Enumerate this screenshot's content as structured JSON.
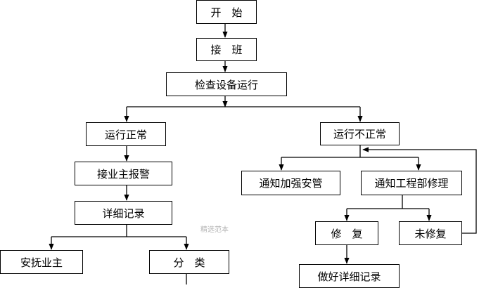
{
  "flowchart": {
    "nodes": {
      "start": "开　始",
      "handover": "接　班",
      "check": "检查设备运行",
      "normal": "运行正常",
      "abnormal": "运行不正常",
      "owner_alarm": "接业主报警",
      "detail_record": "详细记录",
      "comfort_owner": "安抚业主",
      "classify": "分　类",
      "notify_security": "通知加强安管",
      "notify_engineering": "通知工程部修理",
      "repair": "修　复",
      "not_repaired": "未修复",
      "record_repair": "做好详细记录"
    },
    "watermark": "精选范本"
  }
}
